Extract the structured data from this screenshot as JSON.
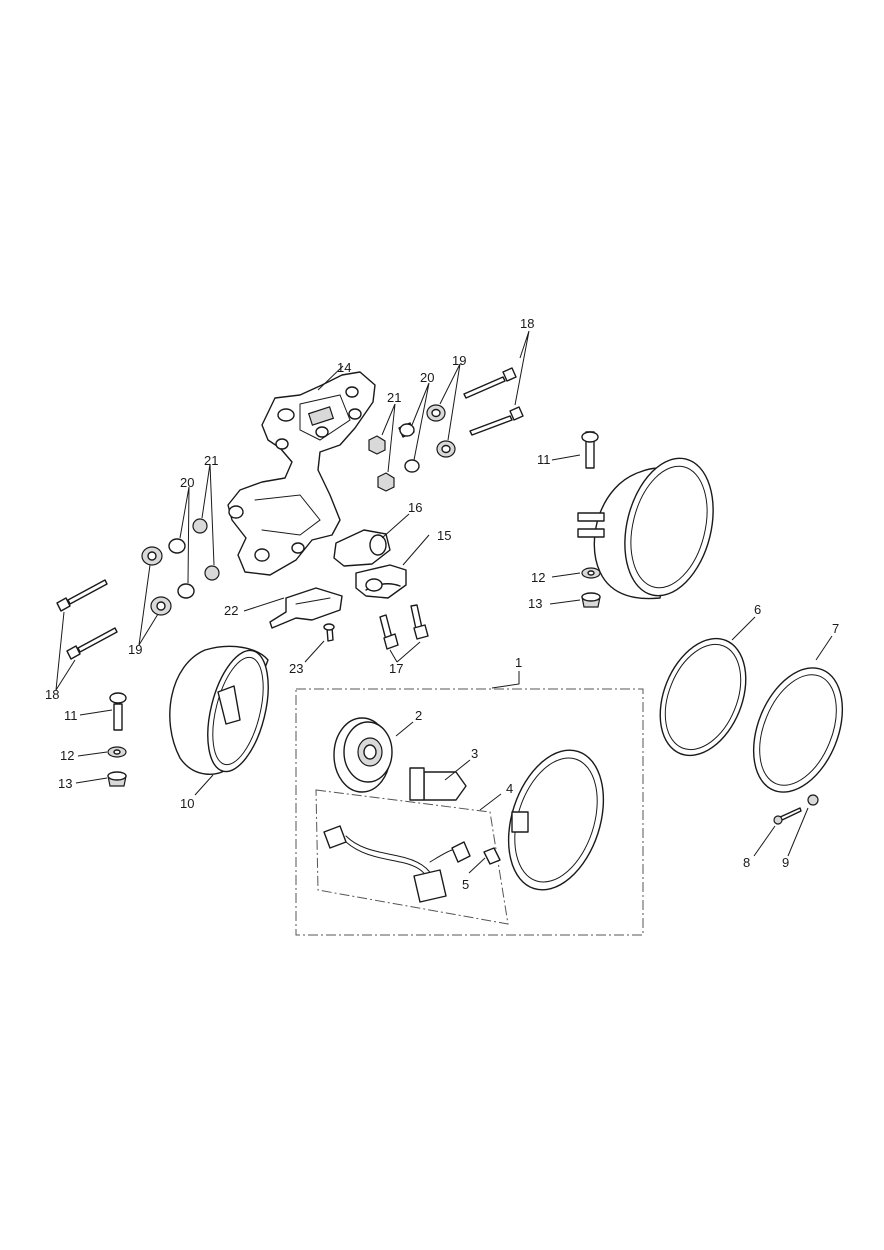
{
  "callouts": {
    "c1": "1",
    "c2": "2",
    "c3": "3",
    "c4": "4",
    "c5": "5",
    "c6": "6",
    "c7": "7",
    "c8": "8",
    "c9": "9",
    "c10": "10",
    "c11a": "11",
    "c11b": "11",
    "c12a": "12",
    "c12b": "12",
    "c13a": "13",
    "c13b": "13",
    "c14": "14",
    "c15": "15",
    "c16": "16",
    "c17": "17",
    "c18a": "18",
    "c18b": "18",
    "c19a": "19",
    "c19b": "19",
    "c20a": "20",
    "c20b": "20",
    "c21a": "21",
    "c21b": "21",
    "c22": "22",
    "c23": "23"
  },
  "colors": {
    "line": "#1a1a1a",
    "shading": "#d9d9d9",
    "background": "#ffffff"
  }
}
